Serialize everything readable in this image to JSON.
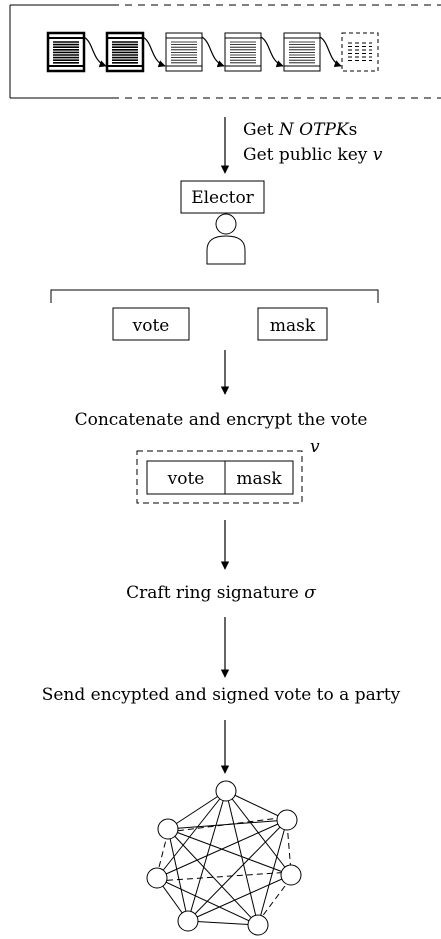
{
  "top_label_line1": "Get",
  "top_label_n": "N",
  "top_label_otpk": "OTPK",
  "top_label_suffix": "s",
  "top_label_line2": "Get public key",
  "top_label_v": "v",
  "elector_label": "Elector",
  "vote_label": "vote",
  "mask_label": "mask",
  "concat_text": "Concatenate and encrypt the vote",
  "enc_vote_label": "vote",
  "enc_mask_label": "mask",
  "enc_key_label": "v",
  "craft_text_main": "Craft ring signature",
  "craft_sigma": "σ",
  "send_text": "Send encypted and signed vote to a party"
}
